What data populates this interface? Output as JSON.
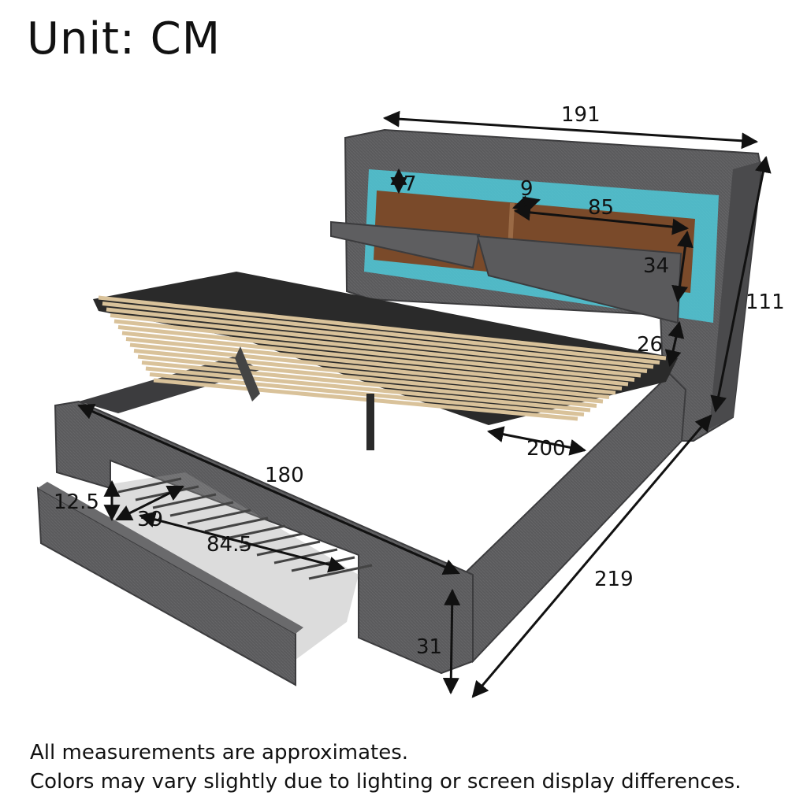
{
  "title": "Unit: CM",
  "notes": [
    "All measurements are approximates.",
    "Colors may vary slightly due to lighting or screen display differences."
  ],
  "dimensions": {
    "headboard_width": "191",
    "total_height": "111",
    "shelf_lip": "7",
    "shelf_divider": "9",
    "shelf_width": "85",
    "shelf_height": "34",
    "headboard_gap": "26",
    "slat_length": "200",
    "bed_width": "180",
    "total_length": "219",
    "frame_height": "31",
    "drawer_height": "12.5",
    "drawer_depth": "39",
    "drawer_width": "84.5"
  },
  "colors": {
    "fabric": "#5a5a5c",
    "fabric_dark": "#444446",
    "led": "#4fc9d8",
    "wood": "#7a4a2a",
    "slat": "#d9c29a",
    "metal": "#2a2a2a"
  }
}
